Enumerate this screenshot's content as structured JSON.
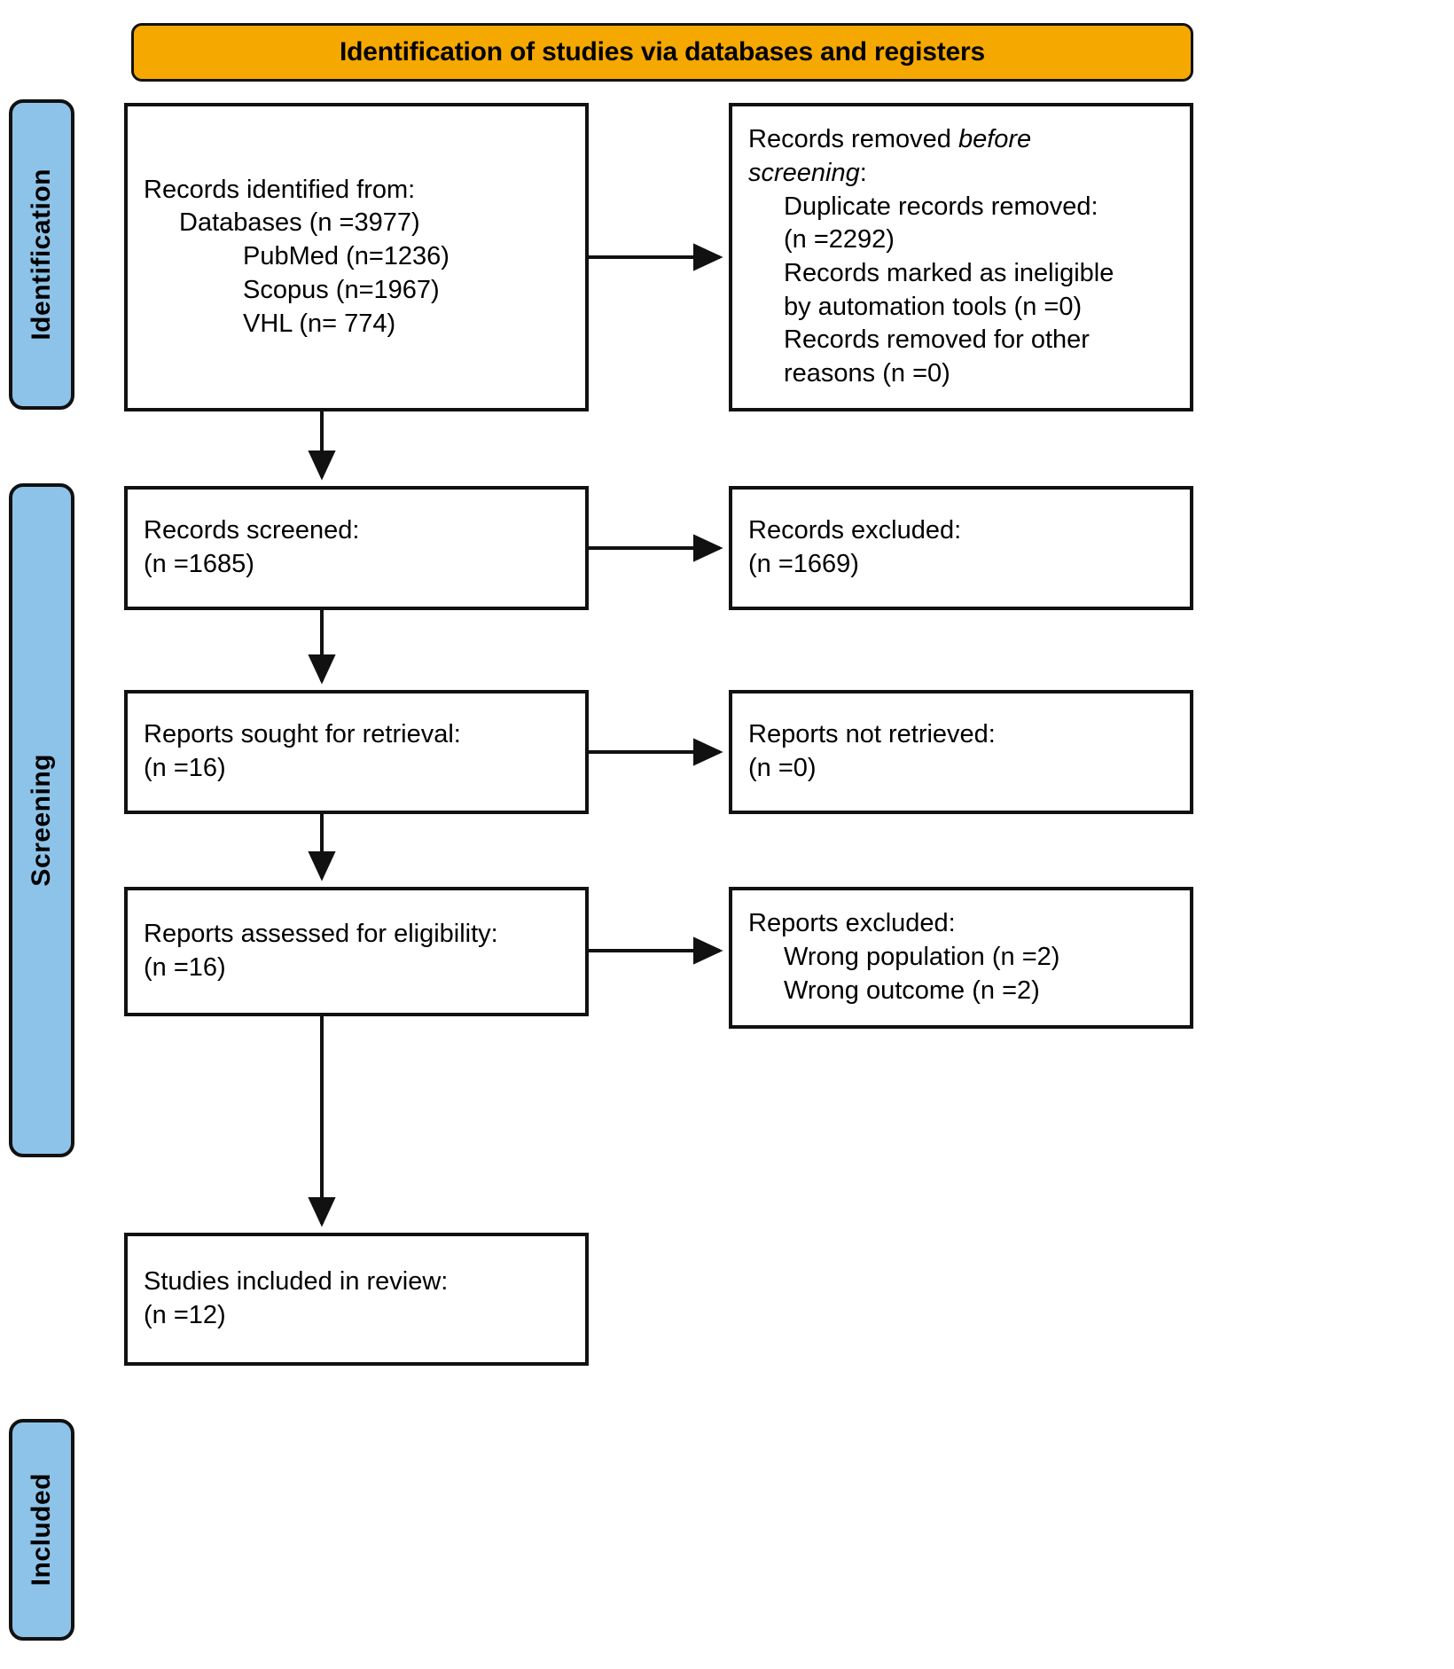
{
  "banner": {
    "title": "Identification of studies via databases and registers"
  },
  "stages": [
    {
      "label": "Identification"
    },
    {
      "label": "Screening"
    },
    {
      "label": "Included"
    }
  ],
  "boxes": {
    "identified": {
      "name": "records-identified-box",
      "lines": [
        "Records identified from:",
        "Databases (n =3977)",
        "PubMed (n=1236)",
        "Scopus (n=1967)",
        "VHL (n= 774)"
      ]
    },
    "removed_before_screening": {
      "name": "records-removed-box",
      "line1_pre": "Records removed ",
      "line1_ital": "before",
      "line2_ital": "screening",
      "line2_post": ":",
      "lines": [
        "Duplicate records removed:",
        "(n =2292)",
        "Records marked as ineligible",
        "by automation tools (n =0)",
        "Records removed for other",
        "reasons (n =0)"
      ]
    },
    "screened": {
      "name": "records-screened-box",
      "lines": [
        "Records screened:",
        "(n =1685)"
      ]
    },
    "excluded": {
      "name": "records-excluded-box",
      "lines": [
        "Records excluded:",
        "(n =1669)"
      ]
    },
    "sought": {
      "name": "reports-sought-box",
      "lines": [
        "Reports sought for retrieval:",
        "(n =16)"
      ]
    },
    "not_retrieved": {
      "name": "reports-not-retrieved-box",
      "lines": [
        "Reports not retrieved:",
        "(n =0)"
      ]
    },
    "assessed": {
      "name": "reports-assessed-box",
      "lines": [
        "Reports assessed for eligibility:",
        "(n =16)"
      ]
    },
    "reports_excluded": {
      "name": "reports-excluded-box",
      "lines": [
        "Reports excluded:",
        "Wrong population (n =2)",
        "Wrong outcome (n =2)"
      ]
    },
    "included": {
      "name": "studies-included-box",
      "lines": [
        "Studies included in review:",
        "(n =12)"
      ]
    }
  },
  "colors": {
    "banner_fill": "#F5A800",
    "stage_fill": "#8DC3E9",
    "stroke": "#111111",
    "box_fill": "#FFFFFF"
  },
  "counts": {
    "databases_total": 3977,
    "pubmed": 1236,
    "scopus": 1967,
    "vhl": 774,
    "duplicates_removed": 2292,
    "ineligible_automation": 0,
    "removed_other": 0,
    "screened": 1685,
    "records_excluded": 1669,
    "sought_for_retrieval": 16,
    "not_retrieved": 0,
    "assessed_for_eligibility": 16,
    "wrong_population": 2,
    "wrong_outcome": 2,
    "included_in_review": 12
  }
}
